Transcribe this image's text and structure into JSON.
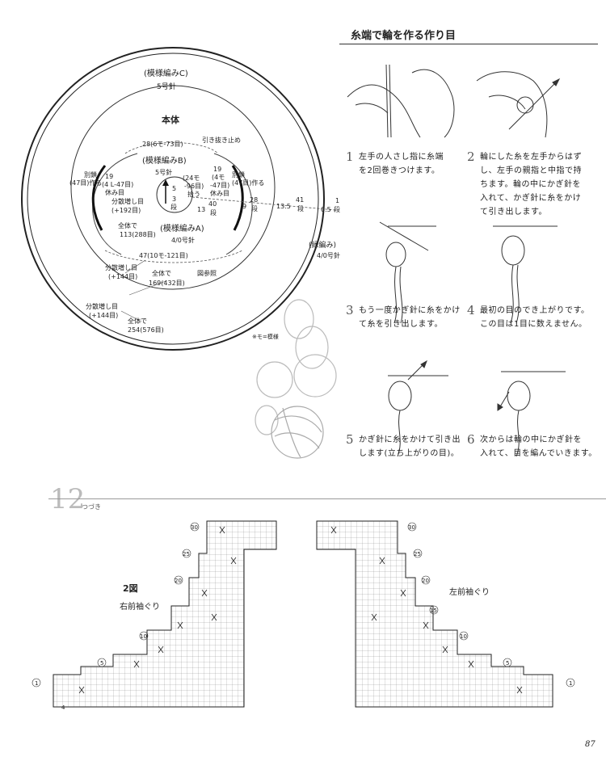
{
  "diagram": {
    "pattern_c": "(模様編みC)",
    "needle_c": "5号針",
    "body": "本体",
    "count_top": "28(6モ-73目)",
    "hooks_label": "引き抜き止め",
    "pattern_b": "(模様編みB)",
    "needle_b": "5号針",
    "pick_up_1": "(24モ",
    "pick_up_2": "-96目)",
    "pick_up_3": "拾う",
    "center_1": "5",
    "center_2": "3",
    "center_3": "段",
    "left_yarn_1": "別鎖",
    "left_yarn_2": "(47目)作る",
    "left_19": "19",
    "left_4l": "(4 L-47目)",
    "left_rest": "休み目",
    "right_19": "19",
    "right_4m": "(4モ",
    "right_47": "-47目)",
    "right_rest": "休み目",
    "right_yarn_1": "別鎖",
    "right_yarn_2": "(47目)作る",
    "inc_192_1": "分散増し目",
    "inc_192_2": "(+192目)",
    "count_13": "13",
    "frac_40_top": "40",
    "frac_40_bot": "段",
    "count_9": "9",
    "frac_28_top": "28",
    "frac_28_bot": "段",
    "count_135": "13.5",
    "frac_41_top": "41",
    "frac_41_bot": "段",
    "count_05": "0.5",
    "frac_1_top": "1",
    "frac_1_bot": "段",
    "total_113_1": "全体で",
    "total_113_2": "113(288目)",
    "pattern_a": "(模様編みA)",
    "needle_a": "4/0号針",
    "count_47": "47(10モ-121目)",
    "inc_144_1": "分散増し目",
    "inc_144_2": "(+144目)",
    "total_169_1": "全体で",
    "total_169_2": "169(432目)",
    "see_chart": "図参照",
    "edge": "(縁編み)",
    "needle_edge": "4/0号針",
    "inc_144b_1": "分散増し目",
    "inc_144b_2": "(+144目)",
    "total_254_1": "全体で",
    "total_254_2": "254(576目)",
    "motif_note": "※モ=模様"
  },
  "tutorial": {
    "title": "糸端で輪を作る作り目",
    "steps": [
      {
        "num": "1",
        "line1": "左手の人さし指に糸端",
        "line2": "を2回巻きつけます。",
        "line3": ""
      },
      {
        "num": "2",
        "line1": "輪にした糸を左手からはず",
        "line2": "し、左手の親指と中指で持",
        "line3": "ちます。輪の中にかぎ針を"
      },
      {
        "num": "3",
        "line1": "もう一度かぎ針に糸をかけ",
        "line2": "て糸を引き出します。",
        "line3": ""
      },
      {
        "num": "4",
        "line1": "最初の目のでき上がりです。",
        "line2": "この目は1目に数えません。",
        "line3": ""
      },
      {
        "num": "5",
        "line1": "かぎ針に糸をかけて引き出",
        "line2": "します(立ち上がりの目)。",
        "line3": ""
      },
      {
        "num": "6",
        "line1": "次からは輪の中にかぎ針を",
        "line2": "入れて、目を編んでいきます。",
        "line3": ""
      }
    ],
    "step2_line4": "入れて、かぎ針に糸をかけ",
    "step2_line5": "て引き出します。"
  },
  "section": {
    "number": "12",
    "subtitle": "つづき"
  },
  "charts": {
    "figure": "2図",
    "right_title": "右前袖ぐり",
    "left_title": "左前袖ぐり",
    "row_30": "30",
    "row_25": "25",
    "row_20": "20",
    "row_15": "15",
    "row_10": "10",
    "row_5": "5",
    "row_1": "1",
    "small_4": "4"
  },
  "page_number": "87"
}
